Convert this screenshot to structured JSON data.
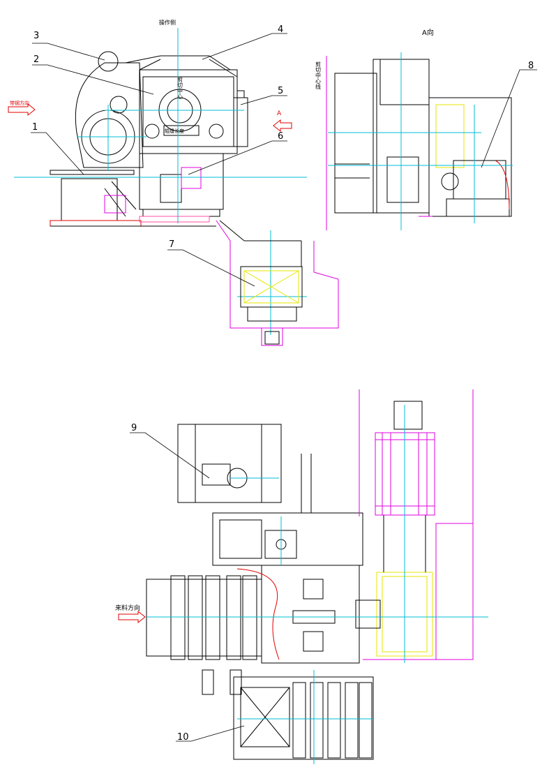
{
  "labels": {
    "operator_side": "操作侧",
    "view_a": "A向",
    "feed_direction_top": "带钢方向",
    "feed_direction_bottom": "来料方向",
    "shear_center": "剪切中心线",
    "roll_center": "剪切中心",
    "plate_text": "辊缝长度",
    "arrow_a": "A"
  },
  "callouts": [
    "1",
    "2",
    "3",
    "4",
    "5",
    "6",
    "7",
    "8",
    "9",
    "10"
  ],
  "colors": {
    "line": "#000000",
    "centerline": "#00bcd4",
    "magenta": "#e000e0",
    "yellow": "#e6e600",
    "red": "#e00000",
    "pink": "#ff4da6"
  }
}
